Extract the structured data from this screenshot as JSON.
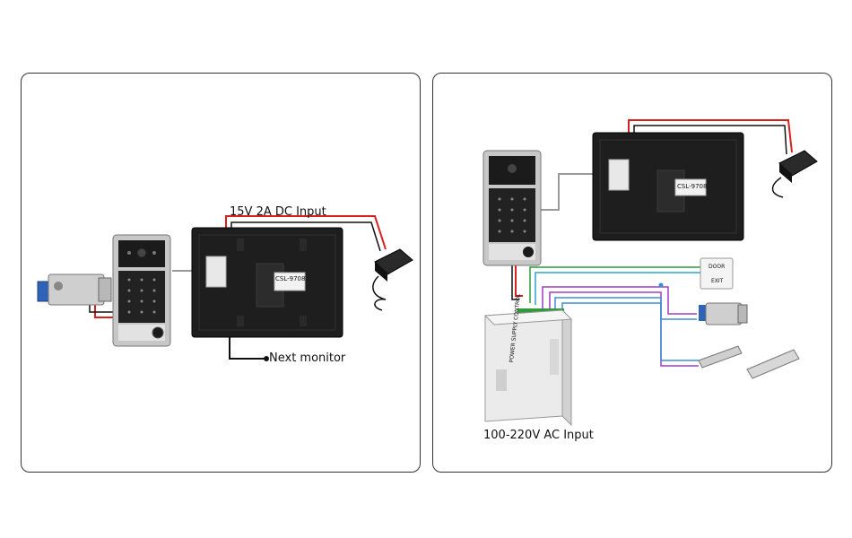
{
  "left_panel": {
    "dc_input_label": "15V 2A DC Input",
    "next_monitor_label": "Next monitor",
    "monitor_sticker_model": "CSL-9708"
  },
  "right_panel": {
    "ac_input_label": "100-220V AC Input",
    "monitor_sticker_model": "CSL-9708",
    "power_supply_title": "POWER SUPPLY CONTROL",
    "exit_button_top": "DOOR",
    "exit_button_bottom": "EXIT"
  },
  "colors": {
    "wire_red": "#d9201f",
    "wire_black": "#111111",
    "wire_gray": "#9a9a9a",
    "wire_green": "#2e9a3a",
    "wire_purple": "#a23cc4",
    "wire_blue": "#3b8ed6",
    "wire_cyan": "#29a7c8"
  }
}
